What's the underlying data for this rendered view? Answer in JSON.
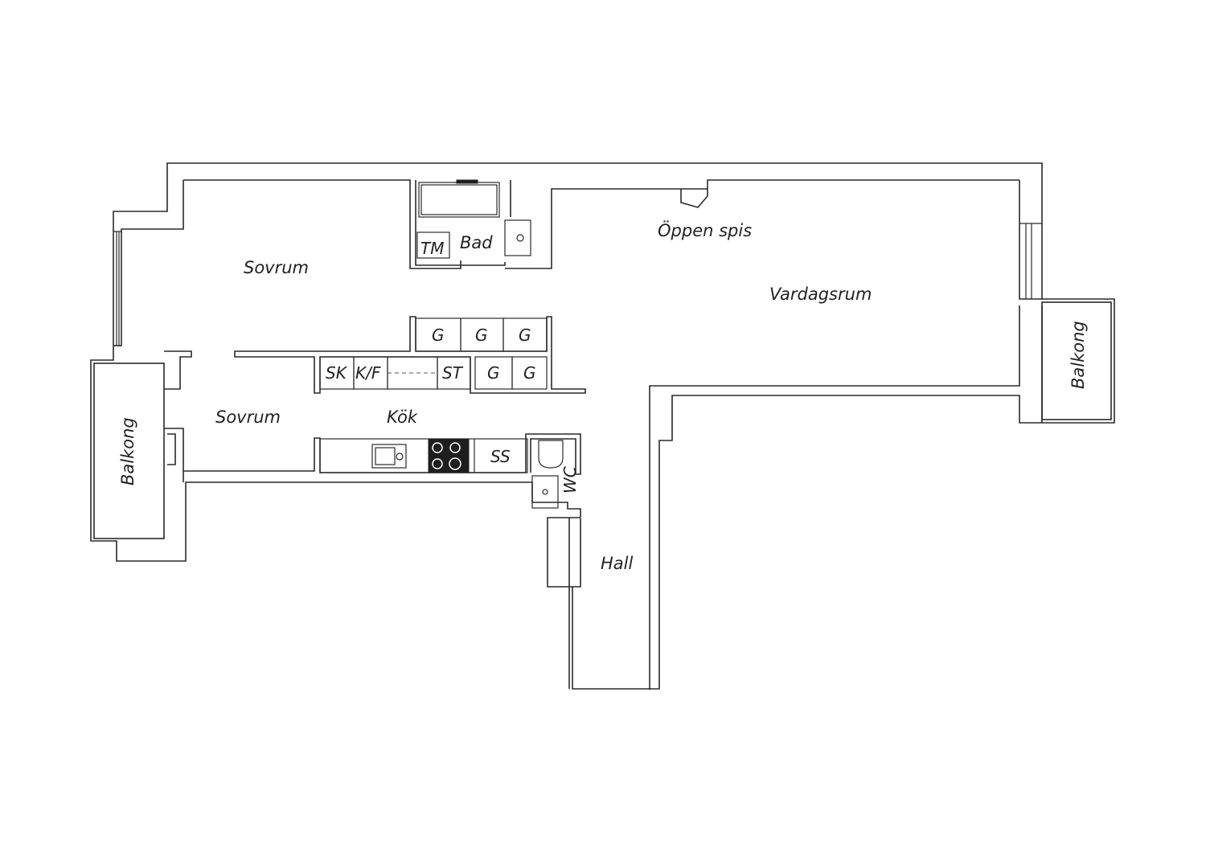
{
  "floorplan": {
    "rooms": {
      "sovrum_top": "Sovrum",
      "sovrum_bottom": "Sovrum",
      "kok": "Kök",
      "bad": "Bad",
      "vardagsrum": "Vardagsrum",
      "oppen_spis": "Öppen spis",
      "hall": "Hall",
      "balkong_left": "Balkong",
      "balkong_right": "Balkong"
    },
    "fixtures": {
      "tm": "TM",
      "sk": "SK",
      "kf": "K/F",
      "st": "ST",
      "ss": "SS",
      "wc": "WC",
      "g1": "G",
      "g2": "G",
      "g3": "G",
      "g4": "G",
      "g5": "G"
    },
    "colors": {
      "line": "#2a2a2a",
      "background": "#ffffff",
      "appliance": "#1e1e1e"
    }
  }
}
